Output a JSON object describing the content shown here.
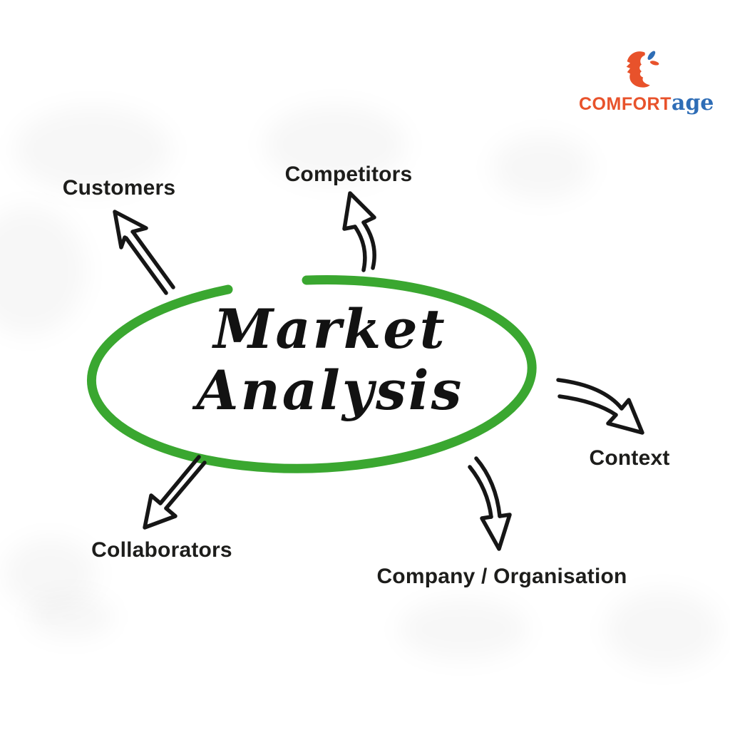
{
  "colors": {
    "background": "#ffffff",
    "ellipse_green": "#3aa730",
    "arrow_black": "#161616",
    "label_text": "#1d1d1b",
    "center_text": "#121212",
    "logo_orange": "#e8522b",
    "logo_blue": "#2e6db6"
  },
  "logo": {
    "brand_primary": "COMFORT",
    "brand_secondary": "age",
    "icon": "head-profile-with-leaves-icon"
  },
  "diagram": {
    "center": {
      "line1": "Market",
      "line2": "Analysis"
    },
    "nodes": [
      {
        "id": "customers",
        "label": "Customers",
        "position": "top-left",
        "arrow_direction": "up-left"
      },
      {
        "id": "competitors",
        "label": "Competitors",
        "position": "top-center",
        "arrow_direction": "up"
      },
      {
        "id": "context",
        "label": "Context",
        "position": "right",
        "arrow_direction": "down-right"
      },
      {
        "id": "collaborators",
        "label": "Collaborators",
        "position": "bottom-left",
        "arrow_direction": "down-left"
      },
      {
        "id": "company-organisation",
        "label": "Company / Organisation",
        "position": "bottom-center",
        "arrow_direction": "down"
      }
    ]
  }
}
